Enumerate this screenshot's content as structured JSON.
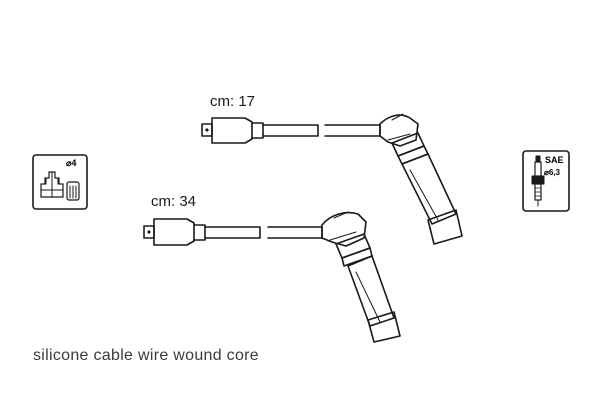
{
  "cables": [
    {
      "length_label": "cm: 17"
    },
    {
      "length_label": "cm: 34"
    }
  ],
  "distributor_icon": {
    "diameter_label": "⌀4"
  },
  "spark_plug_icon": {
    "standard_label": "SAE",
    "diameter_label": "⌀6,3"
  },
  "caption": "silicone cable wire wound core",
  "colors": {
    "line": "#1a1a1a",
    "background": "#ffffff",
    "caption": "#3a3a3a"
  }
}
